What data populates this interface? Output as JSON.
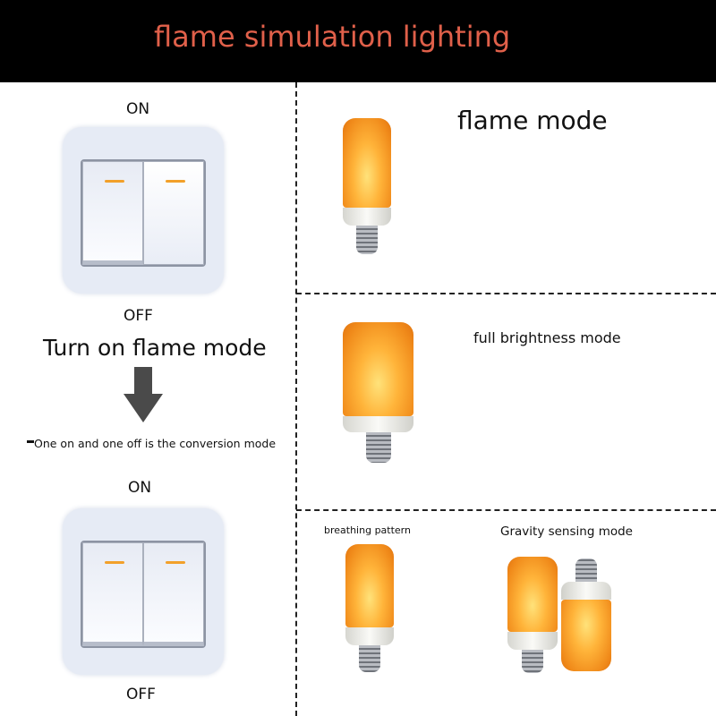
{
  "header": {
    "title": "flame simulation lighting",
    "title_color": "#e0604a"
  },
  "left": {
    "top_on": "ON",
    "top_off": "OFF",
    "instruction": "Turn on flame mode",
    "note": "One on and one off is the conversion mode",
    "bottom_on": "ON",
    "bottom_off": "OFF"
  },
  "modes": {
    "flame": "flame mode",
    "full": "full brightness mode",
    "breathing": "breathing pattern",
    "gravity": "Gravity sensing mode"
  }
}
